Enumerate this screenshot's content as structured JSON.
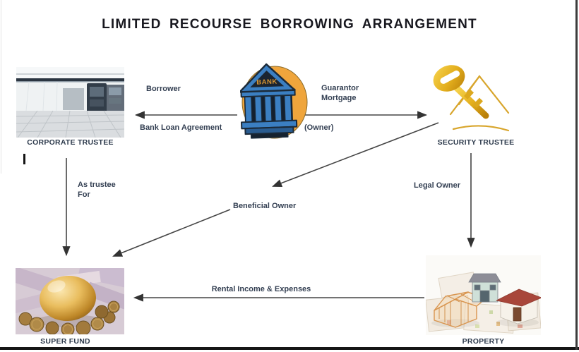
{
  "title": "LIMITED RECOURSE BORROWING ARRANGEMENT",
  "nodes": {
    "corporate_trustee": {
      "label": "CORPORATE TRUSTEE"
    },
    "bank": {
      "label": "BANK"
    },
    "security_trustee": {
      "label": "SECURITY TRUSTEE"
    },
    "super_fund": {
      "label": "SUPER FUND"
    },
    "property": {
      "label": "PROPERTY"
    }
  },
  "edges": {
    "bank_to_corporate": {
      "label_top": "Borrower",
      "label_bottom": "Bank Loan Agreement"
    },
    "bank_to_security": {
      "label_line1": "Guarantor",
      "label_line2": "Mortgage",
      "label_bottom": "(Owner)"
    },
    "corporate_to_super": {
      "label_line1": "As trustee",
      "label_line2": "For"
    },
    "security_to_super": {
      "label": "Beneficial Owner"
    },
    "security_to_property": {
      "label": "Legal Owner"
    },
    "property_to_super": {
      "label": "Rental Income & Expenses"
    }
  },
  "colors": {
    "arrow": "#454545",
    "edge_label_text": "#333f52",
    "node_label_text": "#2d3a4c",
    "bank_circle_orange": "#efa53c",
    "bank_building_blue": "#3b7fc2",
    "bank_outline_navy": "#1b2a39",
    "key_gold": "#e3ae1d",
    "egg_gold": "#e9bd5e",
    "border_dark": "#161616"
  }
}
